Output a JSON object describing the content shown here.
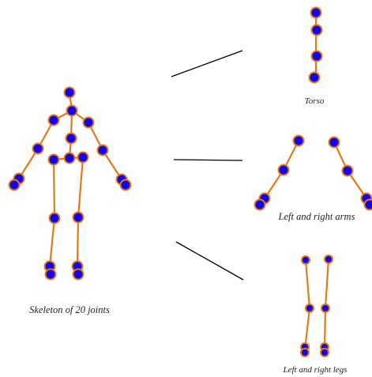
{
  "colors": {
    "bone": "#e07a1a",
    "joint_fill": "#1400e6",
    "joint_stroke": "#e07a1a",
    "divider": "#000000",
    "background": "#ffffff"
  },
  "captions": {
    "skeleton": "Skeleton of 20 joints",
    "torso": "Torso",
    "arms": "Left and right arms",
    "legs": "Left and right legs"
  }
}
